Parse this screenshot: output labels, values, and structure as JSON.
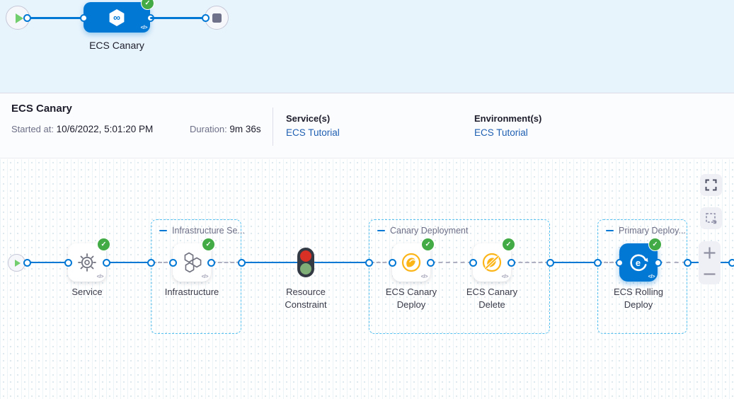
{
  "colors": {
    "primary": "#0278d5",
    "success": "#42ab45",
    "link": "#2060b2",
    "group_border": "#53c0f0",
    "canary_yellow": "#fcb519"
  },
  "glyphs": {
    "check": "✓",
    "code": "</>",
    "infinity": "∞"
  },
  "top": {
    "stage_label": "ECS Canary"
  },
  "header": {
    "title": "ECS Canary",
    "started_label": "Started at:",
    "started_value": "10/6/2022, 5:01:20 PM",
    "duration_label": "Duration:",
    "duration_value": "9m 36s",
    "services_label": "Service(s)",
    "services_value": "ECS Tutorial",
    "environments_label": "Environment(s)",
    "environments_value": "ECS Tutorial"
  },
  "canvas": {
    "groups": {
      "infrastructure": {
        "title": "Infrastructure Se..."
      },
      "canary": {
        "title": "Canary Deployment"
      },
      "primary": {
        "title": "Primary Deploy..."
      }
    },
    "nodes": {
      "service": {
        "label": "Service"
      },
      "infrastructure": {
        "label": "Infrastructure"
      },
      "resource_constraint": {
        "label": "Resource Constraint"
      },
      "canary_deploy": {
        "label": "ECS Canary Deploy"
      },
      "canary_delete": {
        "label": "ECS Canary Delete"
      },
      "rolling_deploy": {
        "label": "ECS Rolling Deploy"
      }
    }
  }
}
